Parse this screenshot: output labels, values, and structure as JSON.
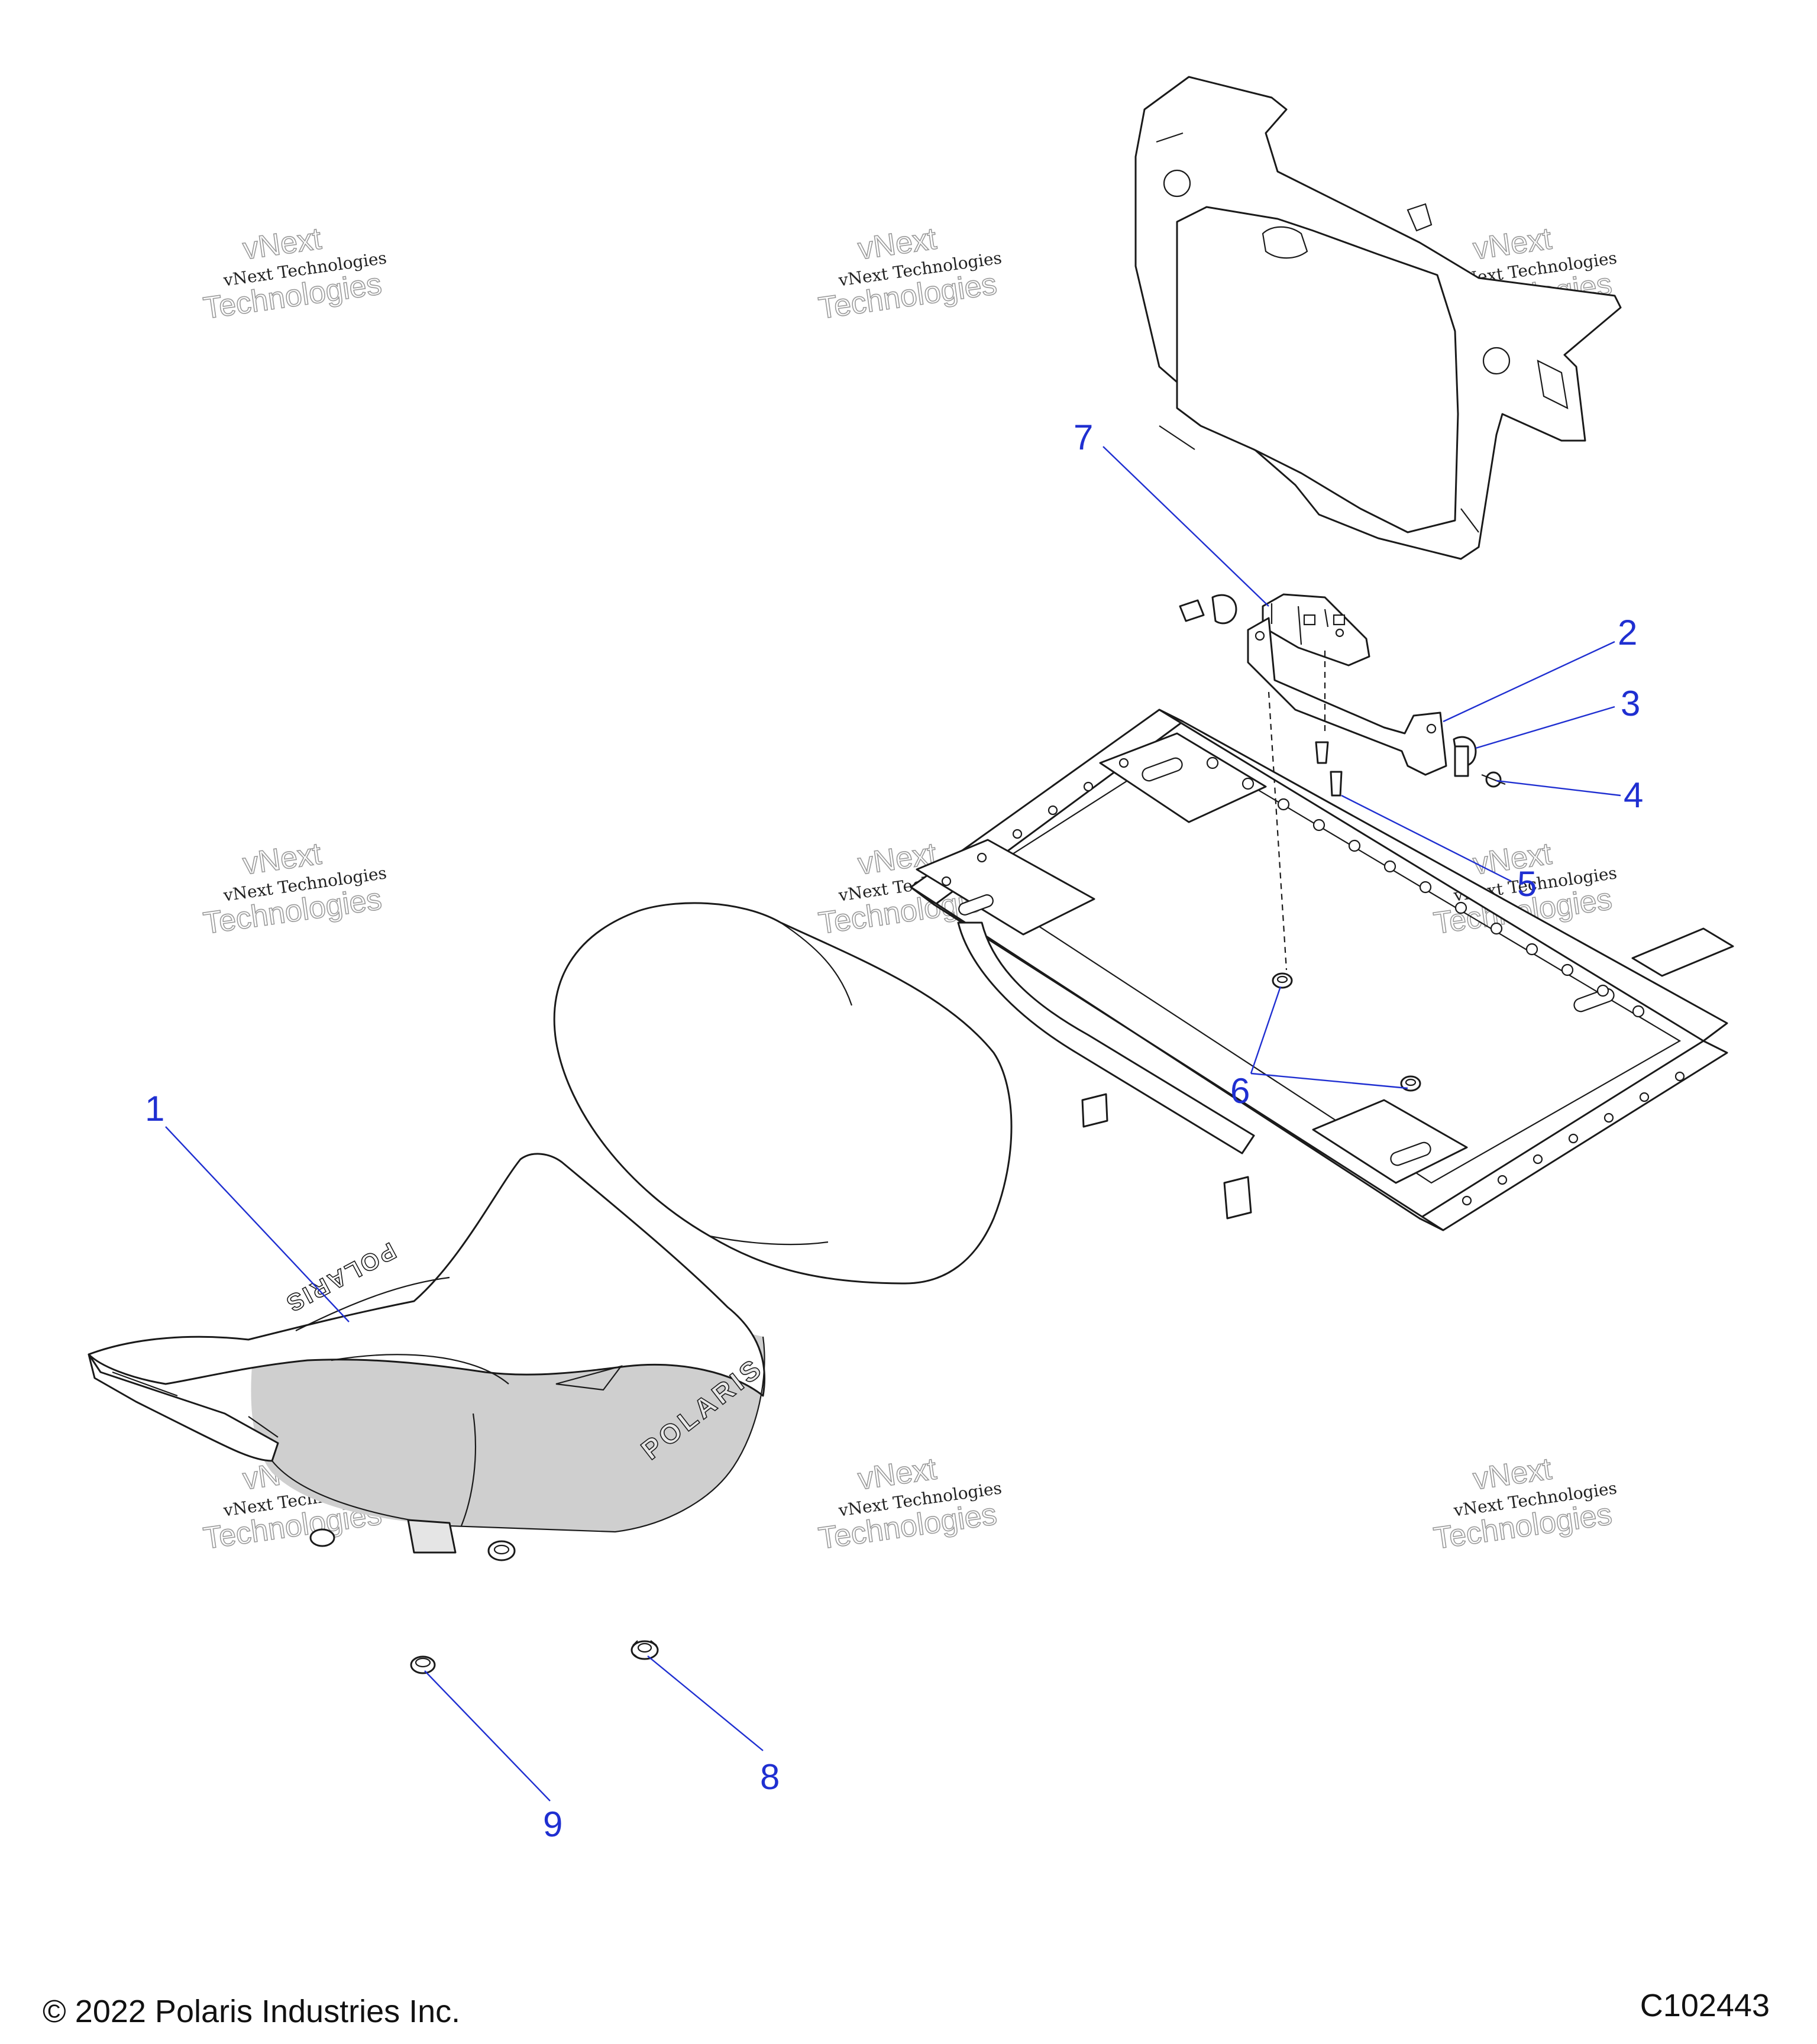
{
  "callouts": [
    {
      "id": "1",
      "label": "1"
    },
    {
      "id": "2",
      "label": "2"
    },
    {
      "id": "3",
      "label": "3"
    },
    {
      "id": "4",
      "label": "4"
    },
    {
      "id": "5",
      "label": "5"
    },
    {
      "id": "6",
      "label": "6"
    },
    {
      "id": "7",
      "label": "7"
    },
    {
      "id": "8",
      "label": "8"
    },
    {
      "id": "9",
      "label": "9"
    }
  ],
  "watermark": {
    "line1": "vNext Technologies",
    "big_top": "vNext",
    "big_bottom": "Technologies"
  },
  "seat_logo": "POLARIS",
  "footer": {
    "copyright": "© 2022 Polaris Industries Inc.",
    "diagram_id": "C102443"
  },
  "colors": {
    "callout": "#1f2fd1",
    "line_art": "#1a1a1a",
    "seat_shading": "#cfcfcf"
  }
}
